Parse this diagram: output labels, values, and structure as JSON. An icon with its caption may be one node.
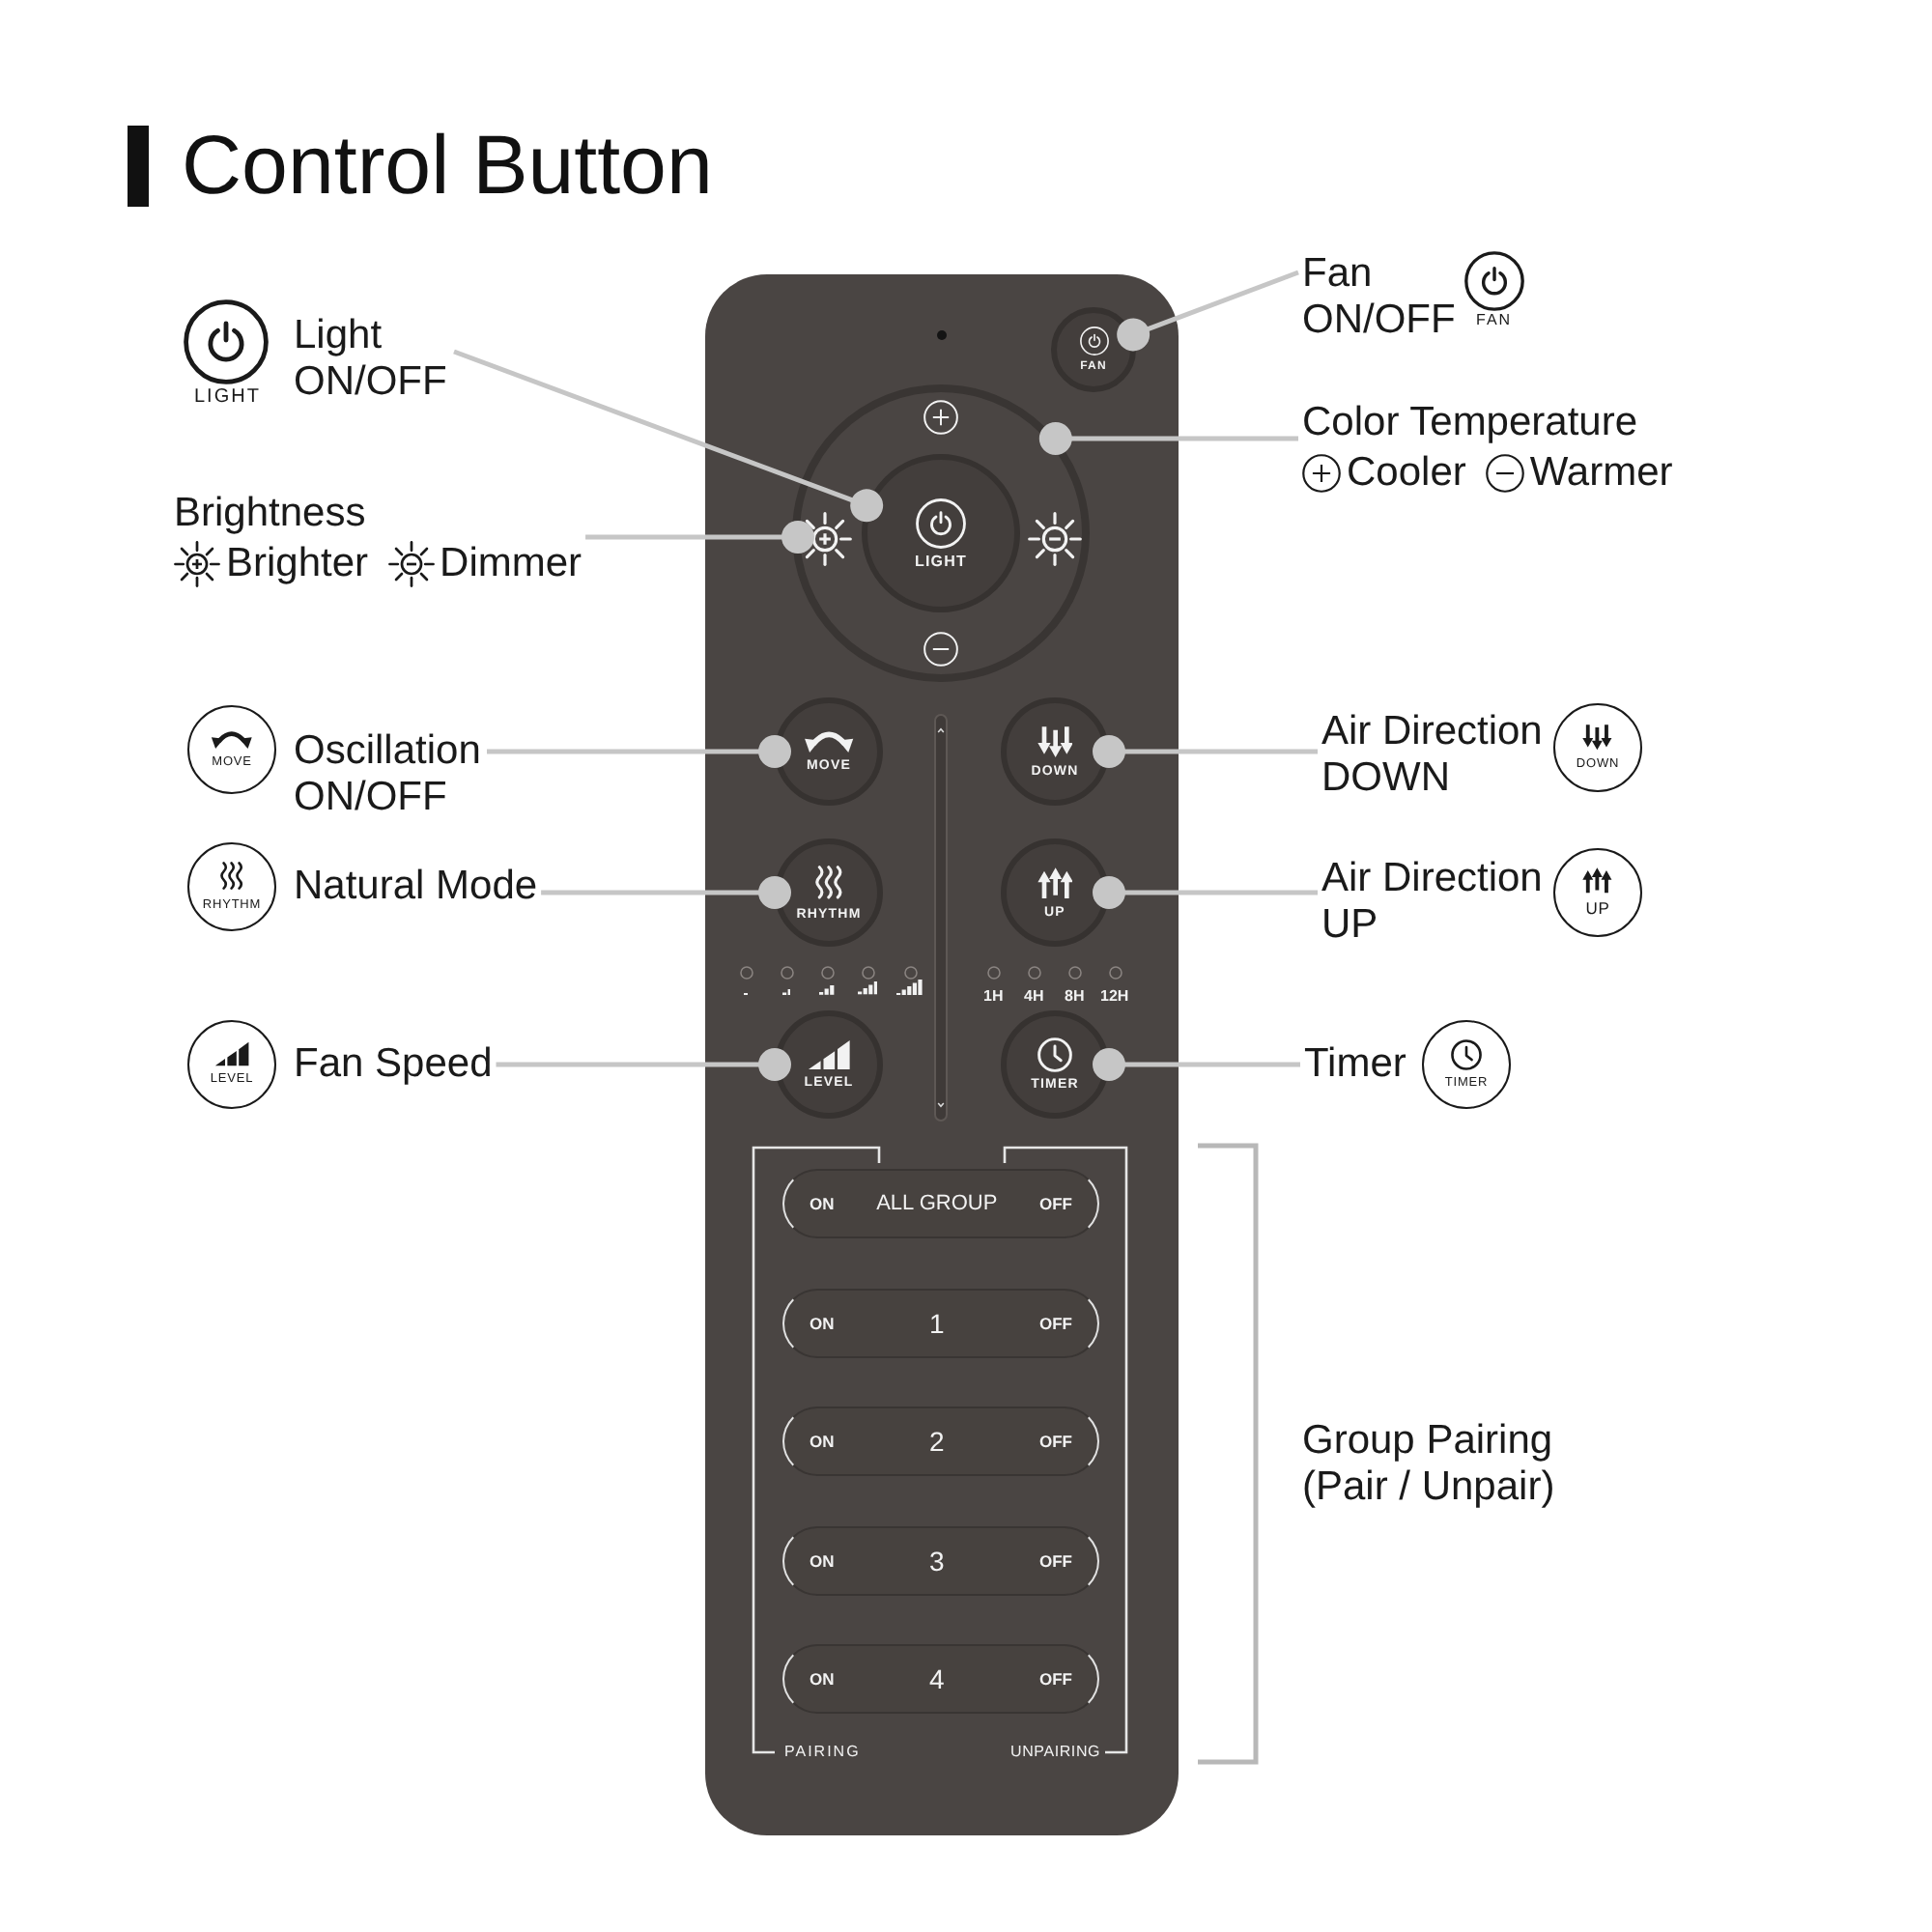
{
  "diagram": {
    "title": "Control Button",
    "nodes": [
      {
        "text": [
          "Light ON/OFF"
        ],
        "beside": [
          "LIGHT"
        ]
      },
      {
        "text": [],
        "shape": "box"
      },
      {
        "text": [
          "FAN"
        ],
        "in": 1
      },
      {
        "text": [
          "Fan ON/OFF"
        ],
        "beside": [
          "FAN"
        ]
      },
      {
        "text": [],
        "shape": "circle",
        "in": 1
      },
      {
        "text": [
          "LIGHT"
        ],
        "in": 4
      },
      {
        "text": [],
        "shape": "picture",
        "in": 4
      },
      {
        "text": [
          "Color Temperature",
          "Cooler",
          "Warmer"
        ]
      },
      {
        "text": [
          "Brightness",
          "Brighter",
          "Dimmer"
        ]
      },
      {
        "text": [
          "Oscillation ON/OFF"
        ],
        "beside": [
          "MOVE"
        ]
      },
      {
        "text": [
          "MOVE"
        ],
        "in": 1
      },
      {
        "text": [
          "DOWN"
        ],
        "in": 1
      },
      {
        "text": [
          "Air Direction DOWN"
        ],
        "beside": [
          "DOWN"
        ]
      },
      {
        "text": [
          "Natural Mode"
        ],
        "beside": [
          "RHYTHM"
        ]
      },
      {
        "text": [
          "RHYTHM"
        ],
        "in": 1
      },
      {
        "text": [
          "UP"
        ],
        "in": 1
      },
      {
        "text": [
          "Air Direction UP"
        ],
        "beside": [
          "UP"
        ]
      },
      {
        "text": [
          "Fan Speed"
        ],
        "beside": [
          "LEVEL"
        ]
      },
      {
        "text": [
          "LEVEL"
        ],
        "in": 1
      },
      {
        "text": [
          "TIMER"
        ],
        "in": 1
      },
      {
        "text": [
          "Timer"
        ],
        "beside": [
          "TIMER"
        ]
      },
      {
        "text": [
          "ON",
          "ALL GROUP",
          "OFF"
        ],
        "in": 1
      },
      {
        "text": [
          "ON",
          "1",
          "OFF"
        ],
        "in": 1
      },
      {
        "text": [
          "ON",
          "2",
          "OFF"
        ],
        "in": 1
      },
      {
        "text": [
          "ON",
          "3",
          "OFF"
        ],
        "in": 1
      },
      {
        "text": [
          "ON",
          "4",
          "OFF"
        ],
        "in": 1
      }
    ],
    "edges": [
      {
        "from": 0,
        "to": 5,
        "arrow": "other"
      },
      {
        "from": 3,
        "to": 2,
        "arrow": "other"
      },
      {
        "from": 7,
        "to": 4,
        "arrow": "other"
      },
      {
        "from": 8,
        "to": 6,
        "arrow": "other"
      },
      {
        "from": 9,
        "to": 10,
        "arrow": "other"
      },
      {
        "from": 12,
        "to": 11,
        "arrow": "other"
      },
      {
        "from": 13,
        "to": 14,
        "arrow": "other"
      },
      {
        "from": 16,
        "to": 15,
        "arrow": "other"
      },
      {
        "from": 17,
        "to": 18,
        "arrow": "other"
      },
      {
        "from": 20,
        "to": 19,
        "arrow": "other"
      }
    ],
    "labels": [
      "1H",
      "4H",
      "8H",
      "12H",
      "Group Pairing (Pair / Unpair)",
      "PAIRING",
      "UNPAIRING"
    ]
  }
}
